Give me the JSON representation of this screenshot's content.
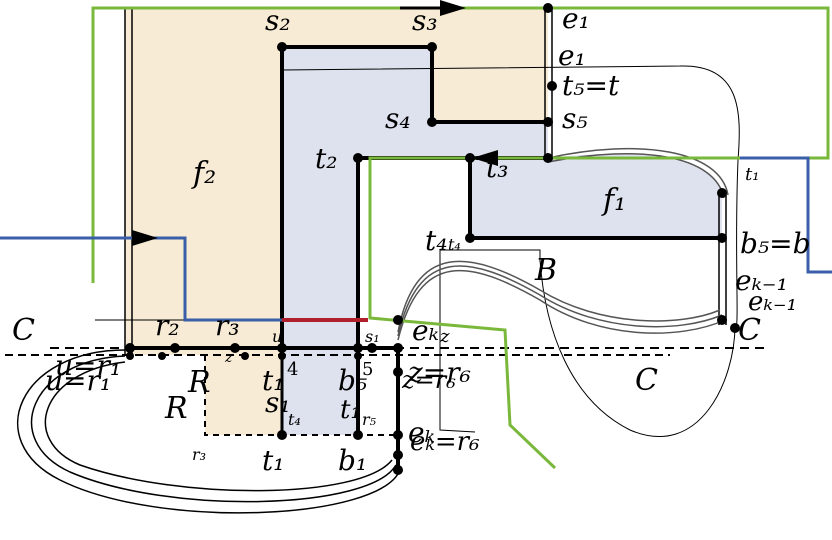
{
  "colors": {
    "face_f2": "#f7ebd6",
    "face_blue": "#dde2ee",
    "green_path": "#7ab83b",
    "blue_path": "#3a5fa8",
    "red_segment": "#b0202a",
    "ink": "#000000",
    "gray_curve": "#555555"
  },
  "labels": {
    "s2": "s₂",
    "s3": "s₃",
    "e1": "e₁",
    "e1b": "e₁",
    "t5t": "t₅=t",
    "s4": "s₄",
    "s5": "s₅",
    "f2": "f₂",
    "t2": "t₂",
    "t3": "t₃",
    "t1_right": "t₁",
    "f1": "f₁",
    "t4": "t₄",
    "t4small": "t₄",
    "b5b": "b₅=b",
    "B": "B",
    "ek1": "eₖ₋₁",
    "ek1b": "eₖ₋₁",
    "C_right": "C",
    "C_left": "C",
    "r2": "r₂",
    "r3": "r₃",
    "u_small": "u",
    "s1_small": "s₁",
    "ek_top": "eₖ",
    "z_top": "z",
    "u_r1": "u=r₁",
    "u_r1b": "u=r₁",
    "R": "R",
    "t1_mid": "t₁",
    "b5": "b₅",
    "z_r6": "z=r₆",
    "z_r6b": "z=r₆",
    "C_mid": "C",
    "s1": "s₁",
    "t1_b": "t₁",
    "R2": "R",
    "t4_low": "t₄",
    "r5": "r₅",
    "ek_low": "eₖ",
    "ek_r6": "eₖ=r₆",
    "r3_low": "r₃",
    "t1_bottom": "t₁",
    "b1_bottom": "b₁",
    "four": "4",
    "five": "5",
    "z_small": "z"
  }
}
